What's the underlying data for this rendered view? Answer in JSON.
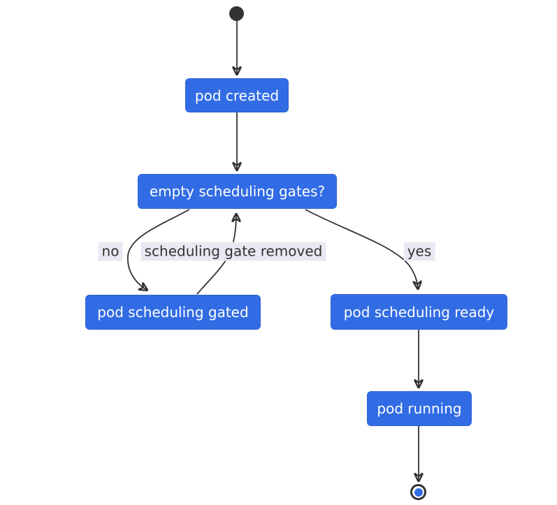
{
  "diagram": {
    "type": "state-diagram",
    "subject": "pod scheduling readiness flow",
    "nodes": [
      {
        "id": "start",
        "kind": "start-state",
        "label": ""
      },
      {
        "id": "pod-created",
        "kind": "state",
        "label": "pod created"
      },
      {
        "id": "empty-scheduling-gates",
        "kind": "state",
        "label": "empty scheduling gates?"
      },
      {
        "id": "pod-scheduling-gated",
        "kind": "state",
        "label": "pod scheduling gated"
      },
      {
        "id": "pod-scheduling-ready",
        "kind": "state",
        "label": "pod scheduling ready"
      },
      {
        "id": "pod-running",
        "kind": "state",
        "label": "pod running"
      },
      {
        "id": "end",
        "kind": "end-state",
        "label": ""
      }
    ],
    "edges": [
      {
        "from": "start",
        "to": "pod-created",
        "label": ""
      },
      {
        "from": "pod-created",
        "to": "empty-scheduling-gates",
        "label": ""
      },
      {
        "from": "empty-scheduling-gates",
        "to": "pod-scheduling-gated",
        "label": "no"
      },
      {
        "from": "pod-scheduling-gated",
        "to": "empty-scheduling-gates",
        "label": "scheduling gate removed"
      },
      {
        "from": "empty-scheduling-gates",
        "to": "pod-scheduling-ready",
        "label": "yes"
      },
      {
        "from": "pod-scheduling-ready",
        "to": "pod-running",
        "label": ""
      },
      {
        "from": "pod-running",
        "to": "end",
        "label": ""
      }
    ],
    "colors": {
      "node_fill": "#326ce5",
      "node_text": "#ffffff",
      "edge_stroke": "#333333",
      "edge_label_bg": "#e9e9f4",
      "edge_label_text": "#333333",
      "start_end_node": "#333333",
      "end_inner_dot": "#326ce5",
      "background": "#ffffff"
    }
  }
}
